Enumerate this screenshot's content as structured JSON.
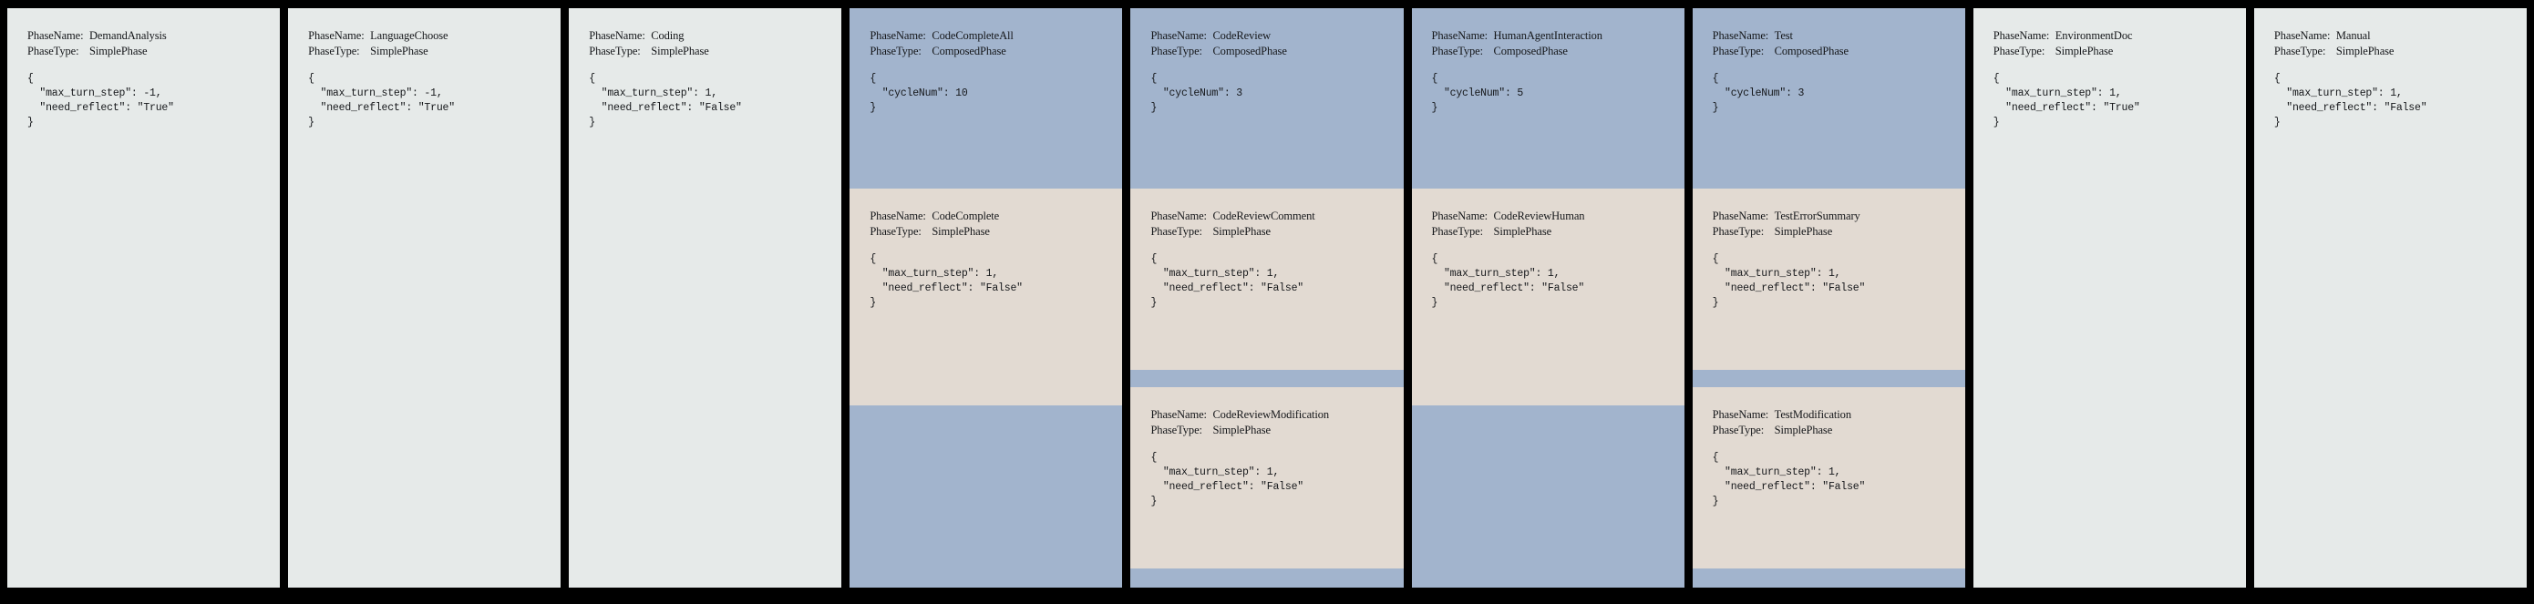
{
  "labels": {
    "phase_name_key": "PhaseName:",
    "phase_type_key": "PhaseType:"
  },
  "colors": {
    "background": "#000000",
    "simple_phase_bg": "#e6eae9",
    "composed_phase_bg": "#a2b4cd",
    "sub_phase_bg": "#e2dad2",
    "text": "#15171a"
  },
  "phases": [
    {
      "name": "DemandAnalysis",
      "type": "SimplePhase",
      "config": "{\n  \"max_turn_step\": -1,\n  \"need_reflect\": \"True\"\n}",
      "sub_phases": []
    },
    {
      "name": "LanguageChoose",
      "type": "SimplePhase",
      "config": "{\n  \"max_turn_step\": -1,\n  \"need_reflect\": \"True\"\n}",
      "sub_phases": []
    },
    {
      "name": "Coding",
      "type": "SimplePhase",
      "config": "{\n  \"max_turn_step\": 1,\n  \"need_reflect\": \"False\"\n}",
      "sub_phases": []
    },
    {
      "name": "CodeCompleteAll",
      "type": "ComposedPhase",
      "config": "{\n  \"cycleNum\": 10\n}",
      "sub_phases": [
        {
          "name": "CodeComplete",
          "type": "SimplePhase",
          "config": "{\n  \"max_turn_step\": 1,\n  \"need_reflect\": \"False\"\n}"
        }
      ]
    },
    {
      "name": "CodeReview",
      "type": "ComposedPhase",
      "config": "{\n  \"cycleNum\": 3\n}",
      "sub_phases": [
        {
          "name": "CodeReviewComment",
          "type": "SimplePhase",
          "config": "{\n  \"max_turn_step\": 1,\n  \"need_reflect\": \"False\"\n}"
        },
        {
          "name": "CodeReviewModification",
          "type": "SimplePhase",
          "config": "{\n  \"max_turn_step\": 1,\n  \"need_reflect\": \"False\"\n}"
        }
      ]
    },
    {
      "name": "HumanAgentInteraction",
      "type": "ComposedPhase",
      "config": "{\n  \"cycleNum\": 5\n}",
      "sub_phases": [
        {
          "name": "CodeReviewHuman",
          "type": "SimplePhase",
          "config": "{\n  \"max_turn_step\": 1,\n  \"need_reflect\": \"False\"\n}"
        }
      ]
    },
    {
      "name": "Test",
      "type": "ComposedPhase",
      "config": "{\n  \"cycleNum\": 3\n}",
      "sub_phases": [
        {
          "name": "TestErrorSummary",
          "type": "SimplePhase",
          "config": "{\n  \"max_turn_step\": 1,\n  \"need_reflect\": \"False\"\n}"
        },
        {
          "name": "TestModification",
          "type": "SimplePhase",
          "config": "{\n  \"max_turn_step\": 1,\n  \"need_reflect\": \"False\"\n}"
        }
      ]
    },
    {
      "name": "EnvironmentDoc",
      "type": "SimplePhase",
      "config": "{\n  \"max_turn_step\": 1,\n  \"need_reflect\": \"True\"\n}",
      "sub_phases": []
    },
    {
      "name": "Manual",
      "type": "SimplePhase",
      "config": "{\n  \"max_turn_step\": 1,\n  \"need_reflect\": \"False\"\n}",
      "sub_phases": []
    }
  ]
}
